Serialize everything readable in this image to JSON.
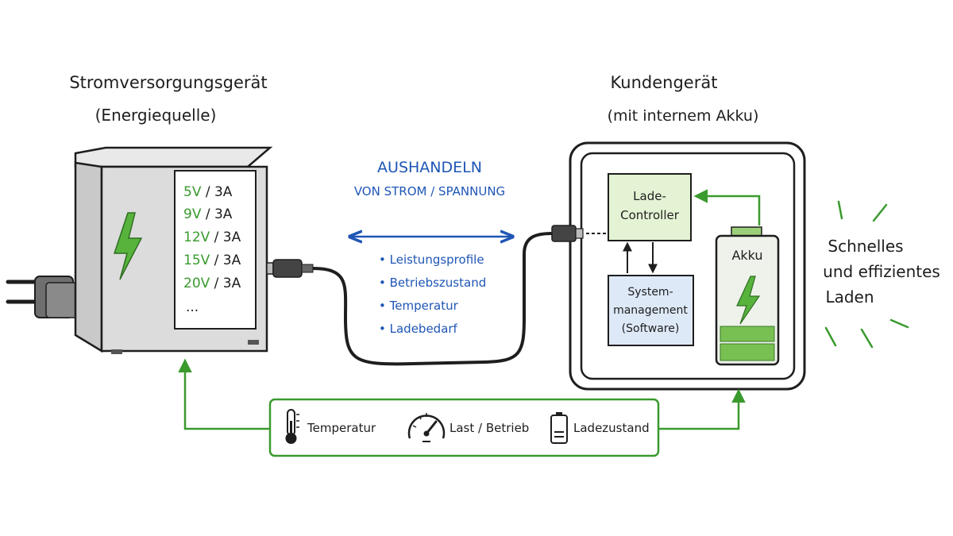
{
  "colors": {
    "green": "#3a9a2e",
    "bolt": "#57b33c",
    "blue": "#1f56b5",
    "ink": "#1e1e1e",
    "controller_fill": "#e4f3d4",
    "system_fill": "#dde9f7"
  },
  "source": {
    "title": "Stromversorgungsgerät",
    "subtitle": "(Energiequelle)",
    "profiles": [
      {
        "voltage": "5V",
        "current": "/ 3A"
      },
      {
        "voltage": "9V",
        "current": "/ 3A"
      },
      {
        "voltage": "12V",
        "current": "/ 3A"
      },
      {
        "voltage": "15V",
        "current": "/ 3A"
      },
      {
        "voltage": "20V",
        "current": "/ 3A"
      }
    ],
    "more": "..."
  },
  "negotiation": {
    "title": "AUSHANDELN",
    "subtitle": "VON STROM / SPANNUNG",
    "items": [
      "Leistungsprofile",
      "Betriebszustand",
      "Temperatur",
      "Ladebedarf"
    ]
  },
  "customer": {
    "title": "Kundengerät",
    "subtitle": "(mit internem Akku)",
    "controller": [
      "Lade-",
      "Controller"
    ],
    "system": [
      "System-",
      "management",
      "(Software)"
    ],
    "battery": "Akku"
  },
  "result": [
    "Schnelles",
    "und effizientes",
    "Laden"
  ],
  "feedback": [
    {
      "icon": "thermometer-icon",
      "label": "Temperatur"
    },
    {
      "icon": "gauge-icon",
      "label": "Last / Betrieb"
    },
    {
      "icon": "battery-icon",
      "label": "Ladezustand"
    }
  ]
}
